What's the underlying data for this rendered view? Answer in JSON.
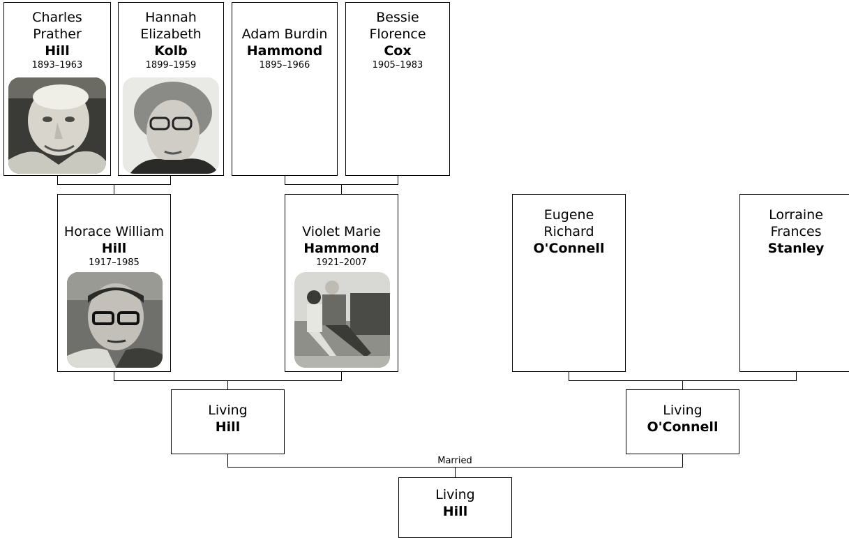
{
  "colors": {
    "border": "#000000",
    "background": "#ffffff"
  },
  "people": {
    "charles": {
      "given": "Charles\nPrather",
      "surname": "Hill",
      "dates": "1893–1963",
      "photo": "photo-portrait-man"
    },
    "hannah": {
      "given": "Hannah\nElizabeth",
      "surname": "Kolb",
      "dates": "1899–1959",
      "photo": "photo-portrait-woman"
    },
    "adam": {
      "given": "Adam Burdin",
      "surname": "Hammond",
      "dates": "1895–1966"
    },
    "bessie": {
      "given": "Bessie\nFlorence",
      "surname": "Cox",
      "dates": "1905–1983"
    },
    "horace": {
      "given": "Horace William",
      "surname": "Hill",
      "dates": "1917–1985",
      "photo": "photo-portrait-man"
    },
    "violet": {
      "given": "Violet Marie",
      "surname": "Hammond",
      "dates": "1921–2007",
      "photo": "photo-couple"
    },
    "eugene": {
      "given": "Eugene\nRichard",
      "surname": "O'Connell"
    },
    "lorraine": {
      "given": "Lorraine\nFrances",
      "surname": "Stanley"
    },
    "living_hill": {
      "given": "Living",
      "surname": "Hill"
    },
    "living_oconnell": {
      "given": "Living",
      "surname": "O'Connell"
    },
    "living_child": {
      "given": "Living",
      "surname": "Hill"
    }
  },
  "married_label": "Married"
}
